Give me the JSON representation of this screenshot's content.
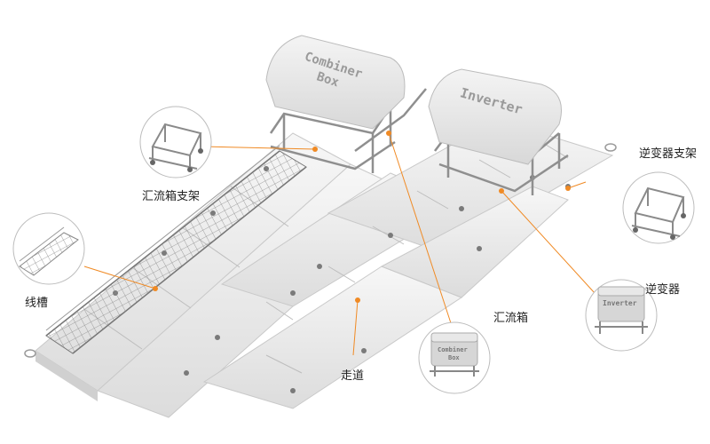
{
  "labels": {
    "combiner_bracket": "汇流箱支架",
    "inverter_bracket": "逆变器支架",
    "cable_tray": "线槽",
    "combiner_box_cn": "汇流箱",
    "inverter_cn": "逆变器",
    "walkway": "走道"
  },
  "box_text": {
    "combiner_line1": "Combiner",
    "combiner_line2": "Box",
    "inverter": "Inverter"
  },
  "colors": {
    "accent": "#f08a24",
    "float": "#eeeeee",
    "float_edge": "#c9c9c9",
    "metal": "#9a9a9a",
    "box": "#e4e4e4"
  }
}
